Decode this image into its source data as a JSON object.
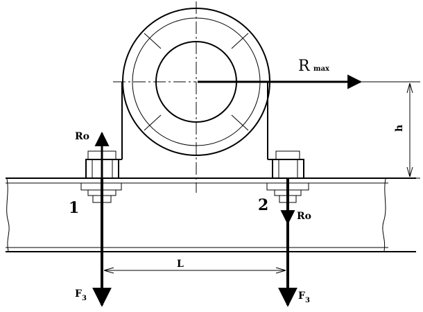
{
  "labels": {
    "r_max_main": "R",
    "r_max_sub": "max",
    "h": "h",
    "ro_left": "Ro",
    "ro_right": "Ro",
    "point_1": "1",
    "point_2": "2",
    "l": "L",
    "f3_left_main": "F",
    "f3_left_sub": "3",
    "f3_right_main": "F",
    "f3_right_sub": "3"
  }
}
